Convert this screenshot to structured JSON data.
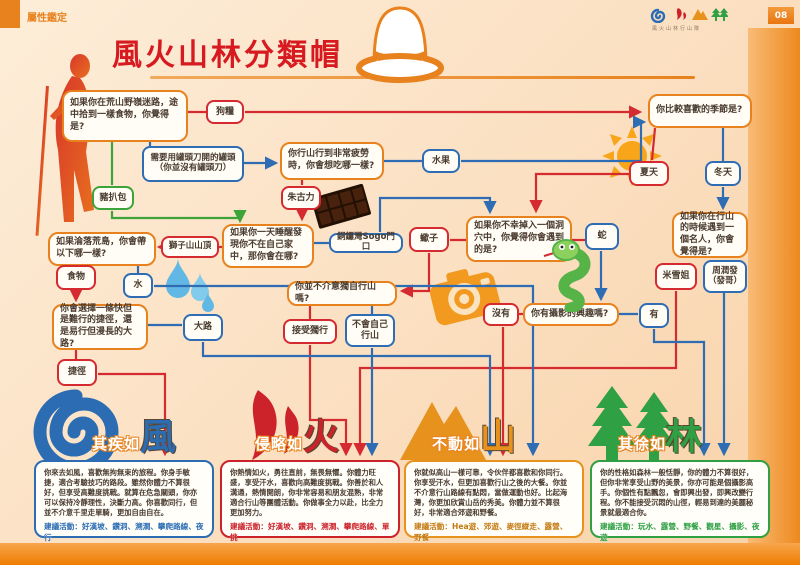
{
  "header": {
    "corner_tag": "屬性鑑定",
    "title": "風火山林分類帽",
    "logo_text": "風火山林行山隊",
    "page_number": "08"
  },
  "questions": {
    "lost_food": "如果你在荒山野嶺迷路，途中拾到一樣食物，你覺得是?",
    "tired_eat": "你行山行到非常疲勞時，你會想吃哪一樣?",
    "wake_up": "如果你一天睡醒發現你不在自己家中，那你會在哪?",
    "cave": "如果你不幸掉入一個洞穴中，你覺得你會遇到的是?",
    "season": "你比較喜歡的季節是?",
    "celebrity": "如果你在行山的時候遇到一個名人，你會覺得是?",
    "island": "如果淪落荒島，你會帶以下哪一樣?",
    "path": "你會選擇一條快但是難行的捷徑，還是易行但漫長的大路?",
    "solo": "你並不介意獨自行山嗎?",
    "photo": "你有攝影的興趣嗎?"
  },
  "options": {
    "dog_food": "狗糧",
    "canned_food": "需要用罐頭刀開的罐頭（你並沒有罐頭刀）",
    "pork_bun": "豬扒包",
    "fruit": "水果",
    "chocolate": "朱古力",
    "lion_rock": "獅子山山頂",
    "sogo": "銅鑼灣Sogo門口",
    "scorpion": "蠍子",
    "snake": "蛇",
    "summer": "夏天",
    "winter": "冬天",
    "michelle": "米雪姐",
    "chow_yun_fat": "周潤發（發哥）",
    "food": "食物",
    "water": "水",
    "main_road": "大路",
    "shortcut": "捷徑",
    "accept_solo": "接受獨行",
    "no_solo": "不會自己行山",
    "photo_no": "沒有",
    "photo_yes": "有"
  },
  "results": {
    "wind": {
      "title_prefix": "其疾如",
      "title_char": "風",
      "description": "你來去如風，喜歡無拘無束的旅程。你身手敏捷，適合考驗技巧的路段。雖然你體力不算很好，但享受高難度挑戰。就算在危急關頭，你亦可以保持冷靜理性，決斷力高。你喜歡同行，但並不介意千里走單騎，更加自由自在。",
      "activities": "建議活動：好漢坡、鑽洞、溯澗、攀爬路線、夜行"
    },
    "fire": {
      "title_prefix": "侵略如",
      "title_char": "火",
      "description": "你熱情如火，勇往直前，無畏無懼。你體力旺盛，享受汗水，喜歡向高難度挑戰。你善於和人溝通，熱情開朗，你非常容易和朋友混熟，非常適合行山等團體活動。你做事全力以赴，比全力更加努力。",
      "activities": "建議活動：好漢坡、鑽洞、溯澗、攀爬路線、單挑"
    },
    "mountain": {
      "title_prefix": "不動如",
      "title_char": "山",
      "description": "你就似高山一樣可靠，令伙伴都喜歡和你同行。你享受汗水，但更加喜歡行山之後的大餐。你並不介意行山路線有點悶，當做運動也好。比起海灣，你更加欣賞山岳的秀美。你體力並不算很好，非常適合郊遊和野餐。",
      "activities": "建議活動：Hea遊、郊遊、麥徑縱走、露營、野餐"
    },
    "forest": {
      "title_prefix": "其徐如",
      "title_char": "林",
      "description": "你的性格如森林一般恬靜，你的體力不算很好，但你非常享受山野的美景，你亦可能是個攝影高手。你個性有點飄忽，會即興出發，即興改變行程。你不能接受沉悶的山徑，輕易到達的美麗秘景就最適合你。",
      "activities": "建議活動：玩水、露營、野餐、觀星、攝影、夜遊"
    }
  },
  "icons": {
    "logo": [
      "spiral-wind-icon",
      "flame-icon",
      "mountain-icon",
      "pine-trees-icon"
    ],
    "illustrations": [
      "hiker-icon",
      "top-hat-icon",
      "chocolate-bar-icon",
      "water-drops-icon",
      "sun-icon",
      "snake-icon",
      "camera-icon"
    ]
  },
  "colors": {
    "accent_orange": "#E8821E",
    "red": "#D42A30",
    "blue": "#2E6DB4",
    "green": "#3DA43A",
    "title_red": "#D71920",
    "wind_blue": "#2B6CB3",
    "fire_red": "#CC2229",
    "mountain_orange": "#E8921E",
    "forest_green": "#2FA043"
  }
}
